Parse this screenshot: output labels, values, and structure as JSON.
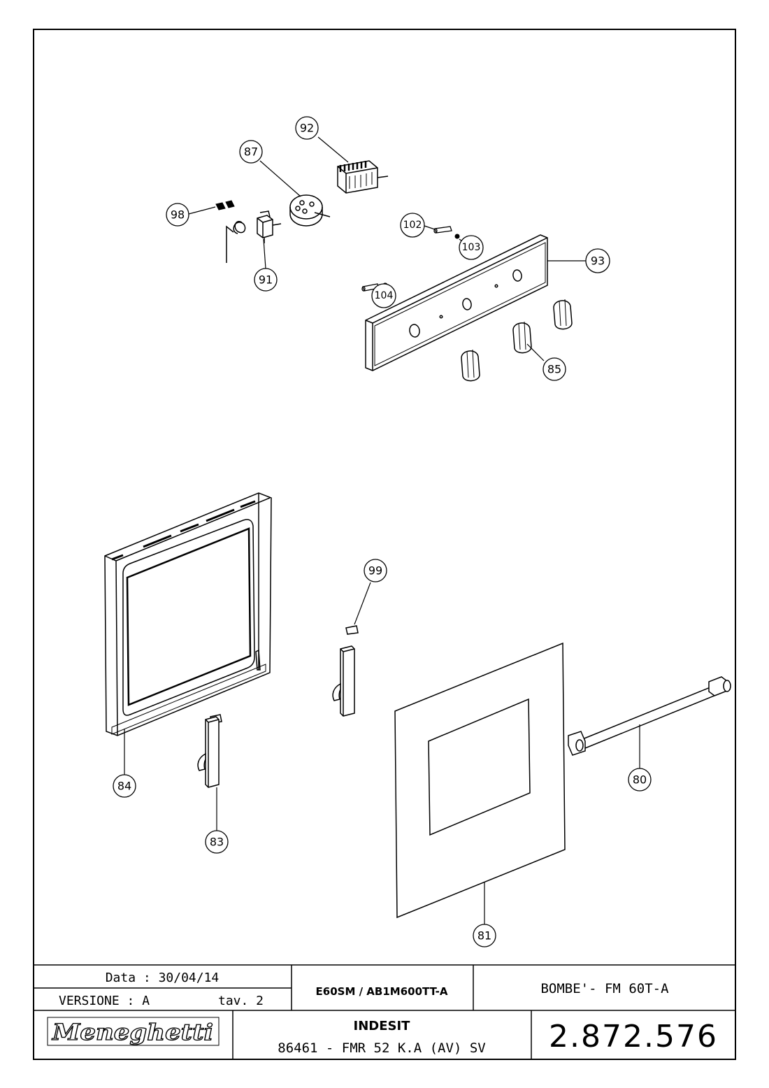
{
  "parts": [
    {
      "id": "p92",
      "number": "92"
    },
    {
      "id": "p87",
      "number": "87"
    },
    {
      "id": "p98",
      "number": "98"
    },
    {
      "id": "p91",
      "number": "91"
    },
    {
      "id": "p102",
      "number": "102"
    },
    {
      "id": "p103",
      "number": "103"
    },
    {
      "id": "p93",
      "number": "93"
    },
    {
      "id": "p104",
      "number": "104"
    },
    {
      "id": "p85",
      "number": "85"
    },
    {
      "id": "p99",
      "number": "99"
    },
    {
      "id": "p84",
      "number": "84"
    },
    {
      "id": "p83",
      "number": "83"
    },
    {
      "id": "p80",
      "number": "80"
    },
    {
      "id": "p81",
      "number": "81"
    }
  ],
  "title_block": {
    "date": "Data : 30/04/14",
    "version": "VERSIONE : A",
    "tav": "tav. 2",
    "model_code": "E60SM / AB1M600TT-A",
    "description": "BOMBE'- FM 60T-A",
    "brand": "INDESIT",
    "model_line": "86461 - FMR 52 K.A (AV) SV",
    "drawing_number": "2.872.576",
    "company_logo": "Meneghetti"
  }
}
